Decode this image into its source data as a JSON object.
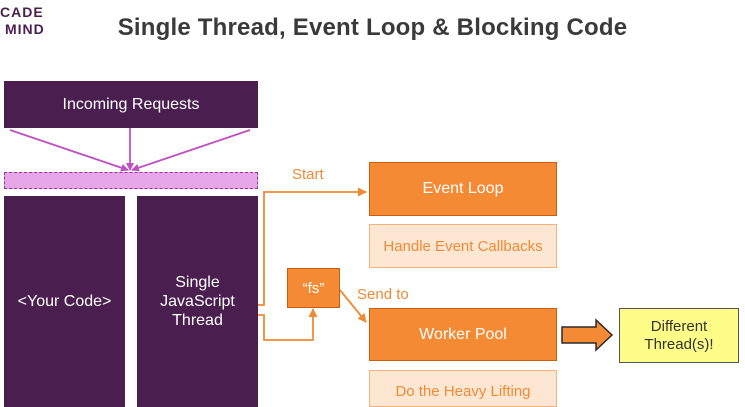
{
  "logo": {
    "line1": "CADE",
    "line2": "MIND"
  },
  "title": "Single Thread, Event Loop & Blocking Code",
  "nodes": {
    "incoming_requests": "Incoming Requests",
    "your_code": "<Your Code>",
    "single_thread": "Single JavaScript Thread",
    "event_loop": "Event Loop",
    "handle_callbacks": "Handle Event Callbacks",
    "fs": "“fs”",
    "worker_pool": "Worker Pool",
    "heavy_lifting": "Do the Heavy Lifting",
    "different_threads": "Different Thread(s)!"
  },
  "edge_labels": {
    "start": "Start",
    "send_to": "Send to"
  },
  "colors": {
    "purple": "#4a1e4f",
    "pink": "#e7a6e8",
    "magenta_arrow": "#c04fc4",
    "orange": "#f58a35",
    "orange_light": "#fde7d3",
    "yellow": "#fdfd88"
  }
}
